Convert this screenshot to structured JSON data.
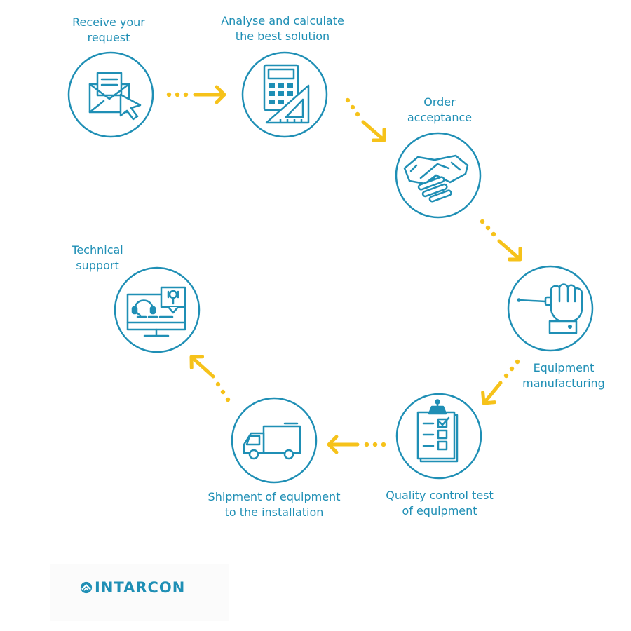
{
  "colors": {
    "primary": "#1f8fb5",
    "accent": "#f6c21a",
    "background": "#ffffff"
  },
  "steps": [
    {
      "id": "receive-request",
      "line1": "Receive your",
      "line2": "request",
      "icon": "envelope-cursor-icon"
    },
    {
      "id": "analyse-calculate",
      "line1": "Analyse and calculate",
      "line2": "the best solution",
      "icon": "calculator-set-square-icon"
    },
    {
      "id": "order-acceptance",
      "line1": "Order",
      "line2": "acceptance",
      "icon": "handshake-icon"
    },
    {
      "id": "equipment-manufacturing",
      "line1": "Equipment",
      "line2": "manufacturing",
      "icon": "hand-screwdriver-icon"
    },
    {
      "id": "quality-control",
      "line1": "Quality control test",
      "line2": "of equipment",
      "icon": "checklist-clipboard-icon"
    },
    {
      "id": "shipment",
      "line1": "Shipment of equipment",
      "line2": "to the installation",
      "icon": "delivery-truck-icon"
    },
    {
      "id": "technical-support",
      "line1": "Technical",
      "line2": "support",
      "icon": "monitor-support-icon"
    }
  ],
  "brand": {
    "name": "INTARCON",
    "logo_icon": "intarcon-logo-icon"
  }
}
